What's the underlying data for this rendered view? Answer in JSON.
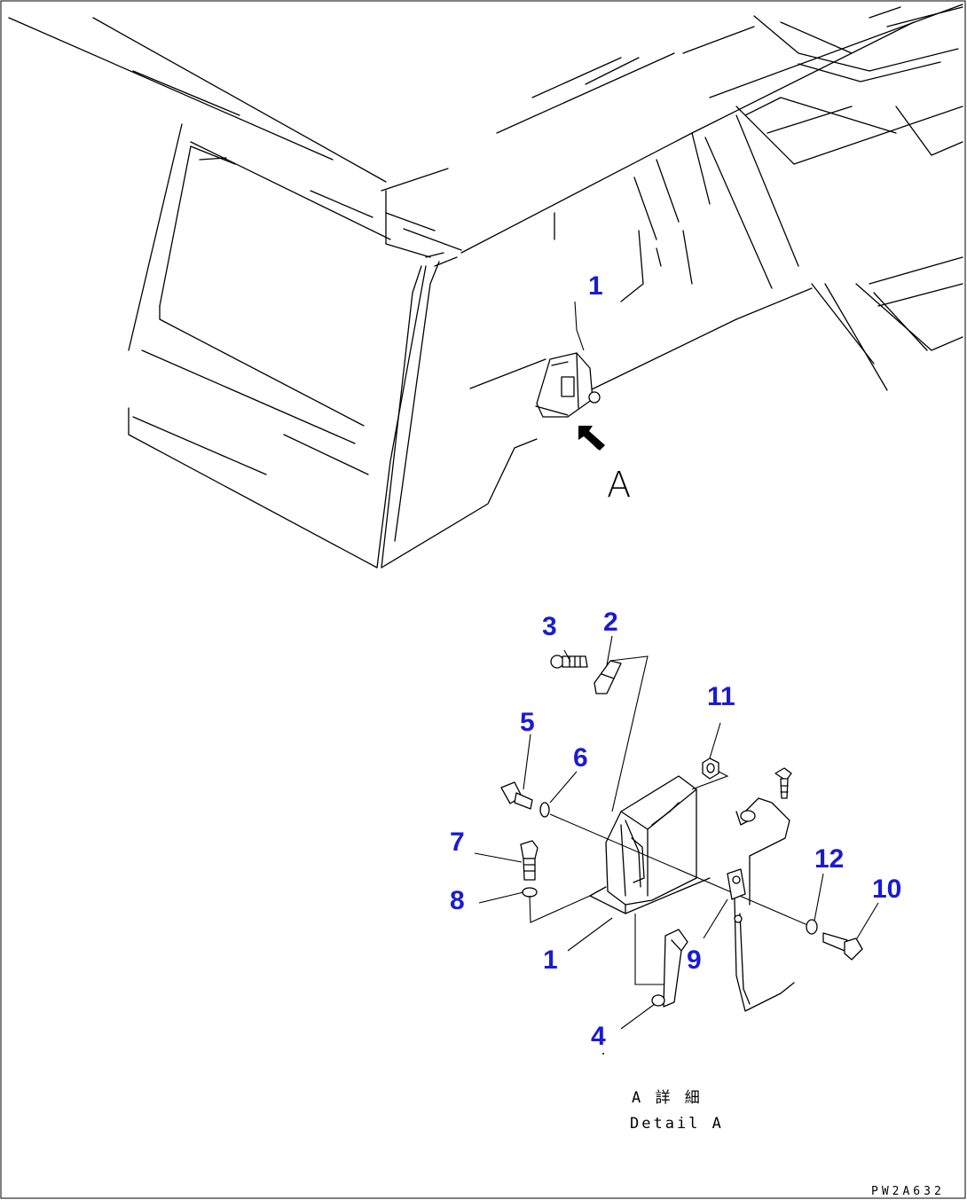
{
  "view": {
    "arrow_letter": "A",
    "caption_jp": "A 詳 細",
    "caption_en": "Detail A",
    "drawing_code": "PW2A632"
  },
  "callouts": [
    {
      "id": "c-top-1",
      "label": "1"
    },
    {
      "id": "c-2",
      "label": "2"
    },
    {
      "id": "c-3",
      "label": "3"
    },
    {
      "id": "c-5",
      "label": "5"
    },
    {
      "id": "c-6",
      "label": "6"
    },
    {
      "id": "c-11",
      "label": "11"
    },
    {
      "id": "c-7",
      "label": "7"
    },
    {
      "id": "c-8",
      "label": "8"
    },
    {
      "id": "c-12",
      "label": "12"
    },
    {
      "id": "c-10",
      "label": "10"
    },
    {
      "id": "c-1",
      "label": "1"
    },
    {
      "id": "c-9",
      "label": "9"
    },
    {
      "id": "c-4",
      "label": "4"
    }
  ]
}
